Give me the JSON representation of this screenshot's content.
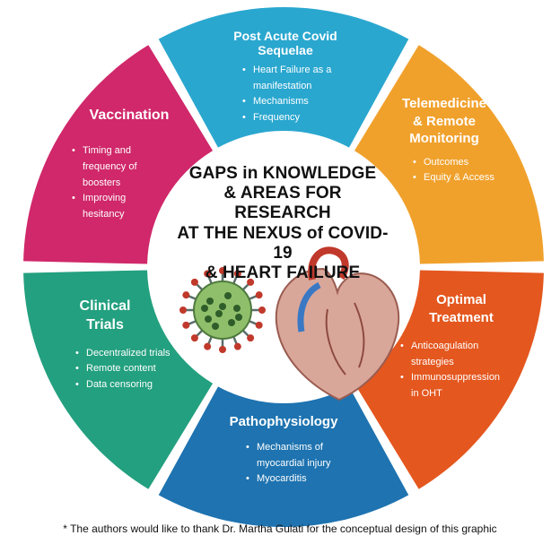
{
  "center": {
    "title_lines": [
      "GAPS in KNOWLEDGE",
      "& AREAS FOR RESEARCH",
      "AT THE NEXUS of COVID-19",
      "& HEART FAILURE"
    ]
  },
  "segments": {
    "post_acute": {
      "title": "Post Acute Covid Sequelae",
      "color": "#2aa7cf",
      "items": [
        "Heart Failure as a manifestation",
        "Mechanisms",
        "Frequency"
      ]
    },
    "telemedicine": {
      "title_lines": [
        "Telemedicine",
        "& Remote",
        "Monitoring"
      ],
      "color": "#f0a12c",
      "items": [
        "Outcomes",
        "Equity & Access"
      ]
    },
    "optimal_treatment": {
      "title_lines": [
        "Optimal",
        "Treatment"
      ],
      "color": "#e4571f",
      "items": [
        "Anticoagulation strategies",
        "Immunosuppression in OHT"
      ]
    },
    "pathophysiology": {
      "title": "Pathophysiology",
      "color": "#1e73b0",
      "items": [
        "Mechanisms of myocardial injury",
        "Myocarditis"
      ]
    },
    "clinical_trials": {
      "title_lines": [
        "Clinical",
        "Trials"
      ],
      "color": "#23a07f",
      "items": [
        "Decentralized trials",
        "Remote content",
        "Data censoring"
      ]
    },
    "vaccination": {
      "title": "Vaccination",
      "color": "#d0286a",
      "items": [
        "Timing and frequency of boosters",
        "Improving hesitancy"
      ]
    }
  },
  "footnote": "* The authors would like to thank Dr. Martha Gulati for the conceptual design of this graphic"
}
